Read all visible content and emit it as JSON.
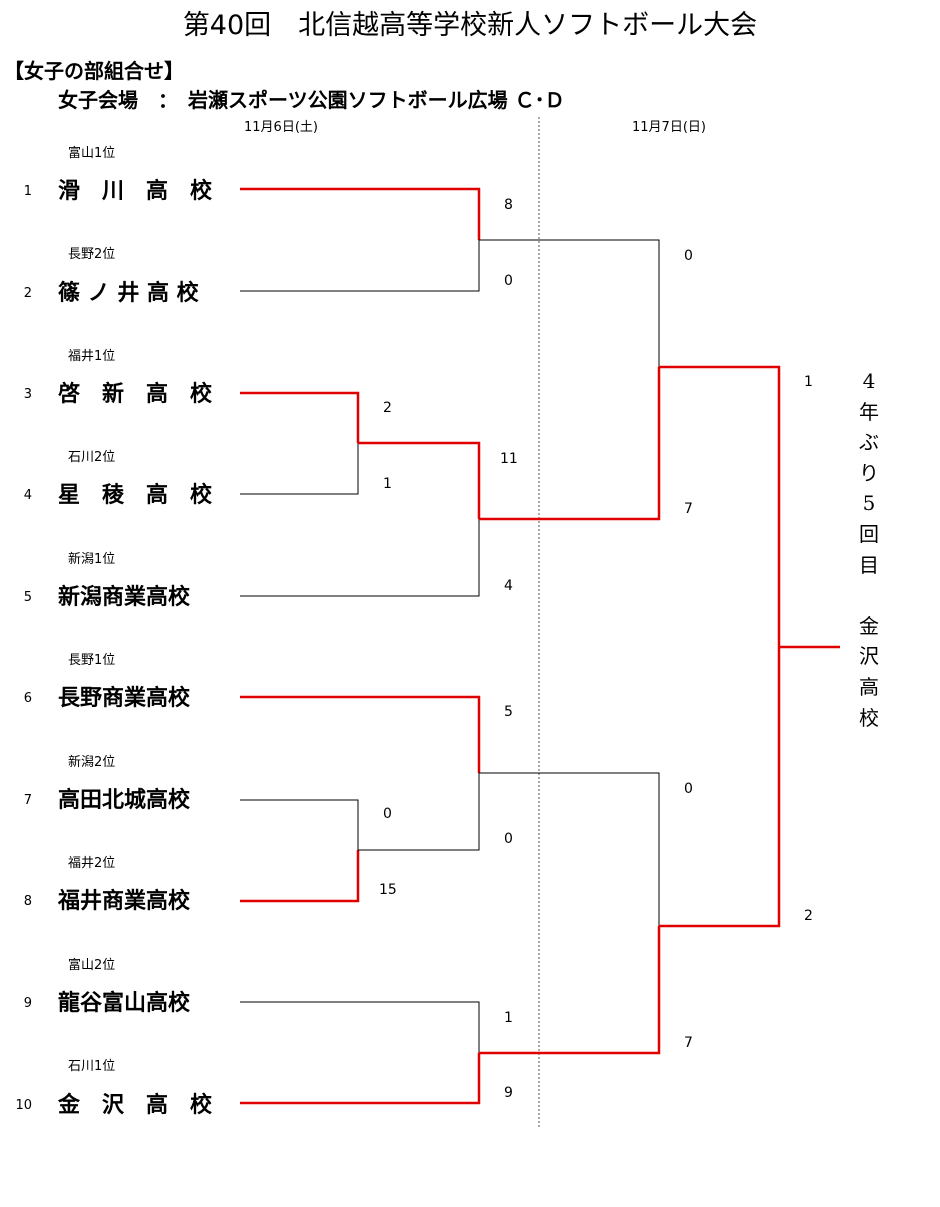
{
  "title": "第40回　北信越高等学校新人ソフトボール大会",
  "section": "【女子の部組合せ】",
  "venue": "女子会場　：　岩瀬スポーツ公園ソフトボール広場 Ｃ･Ｄ",
  "dates": {
    "day1": "11月6日(土)",
    "day2": "11月7日(日)"
  },
  "teams": [
    {
      "num": "1",
      "seed": "富山1位",
      "school": "滑　川　高　校"
    },
    {
      "num": "2",
      "seed": "長野2位",
      "school": "篠 ノ 井 高 校"
    },
    {
      "num": "3",
      "seed": "福井1位",
      "school": "啓　新　高　校"
    },
    {
      "num": "4",
      "seed": "石川2位",
      "school": "星　稜　高　校"
    },
    {
      "num": "5",
      "seed": "新潟1位",
      "school": "新潟商業高校"
    },
    {
      "num": "6",
      "seed": "長野1位",
      "school": "長野商業高校"
    },
    {
      "num": "7",
      "seed": "新潟2位",
      "school": "高田北城高校"
    },
    {
      "num": "8",
      "seed": "福井2位",
      "school": "福井商業高校"
    },
    {
      "num": "9",
      "seed": "富山2位",
      "school": "龍谷富山高校"
    },
    {
      "num": "10",
      "seed": "石川1位",
      "school": "金　沢　高　校"
    }
  ],
  "scores": {
    "r1_3v4": [
      "2",
      "1"
    ],
    "r1_7v8": [
      "0",
      "15"
    ],
    "qf_1v2": [
      "8",
      "0"
    ],
    "qf_34v5": [
      "11",
      "4"
    ],
    "qf_6v78": [
      "5",
      "0"
    ],
    "qf_9v10": [
      "1",
      "9"
    ],
    "sf_top": [
      "0",
      "7"
    ],
    "sf_bottom": [
      "0",
      "7"
    ],
    "final": [
      "1",
      "2"
    ]
  },
  "winner_note": [
    "4",
    "年",
    "ぶ",
    "り",
    "5",
    "回",
    "目",
    "",
    "金",
    "沢",
    "高",
    "校"
  ],
  "colors": {
    "win": "#e00000",
    "line": "#000000",
    "divider": "#555555"
  }
}
